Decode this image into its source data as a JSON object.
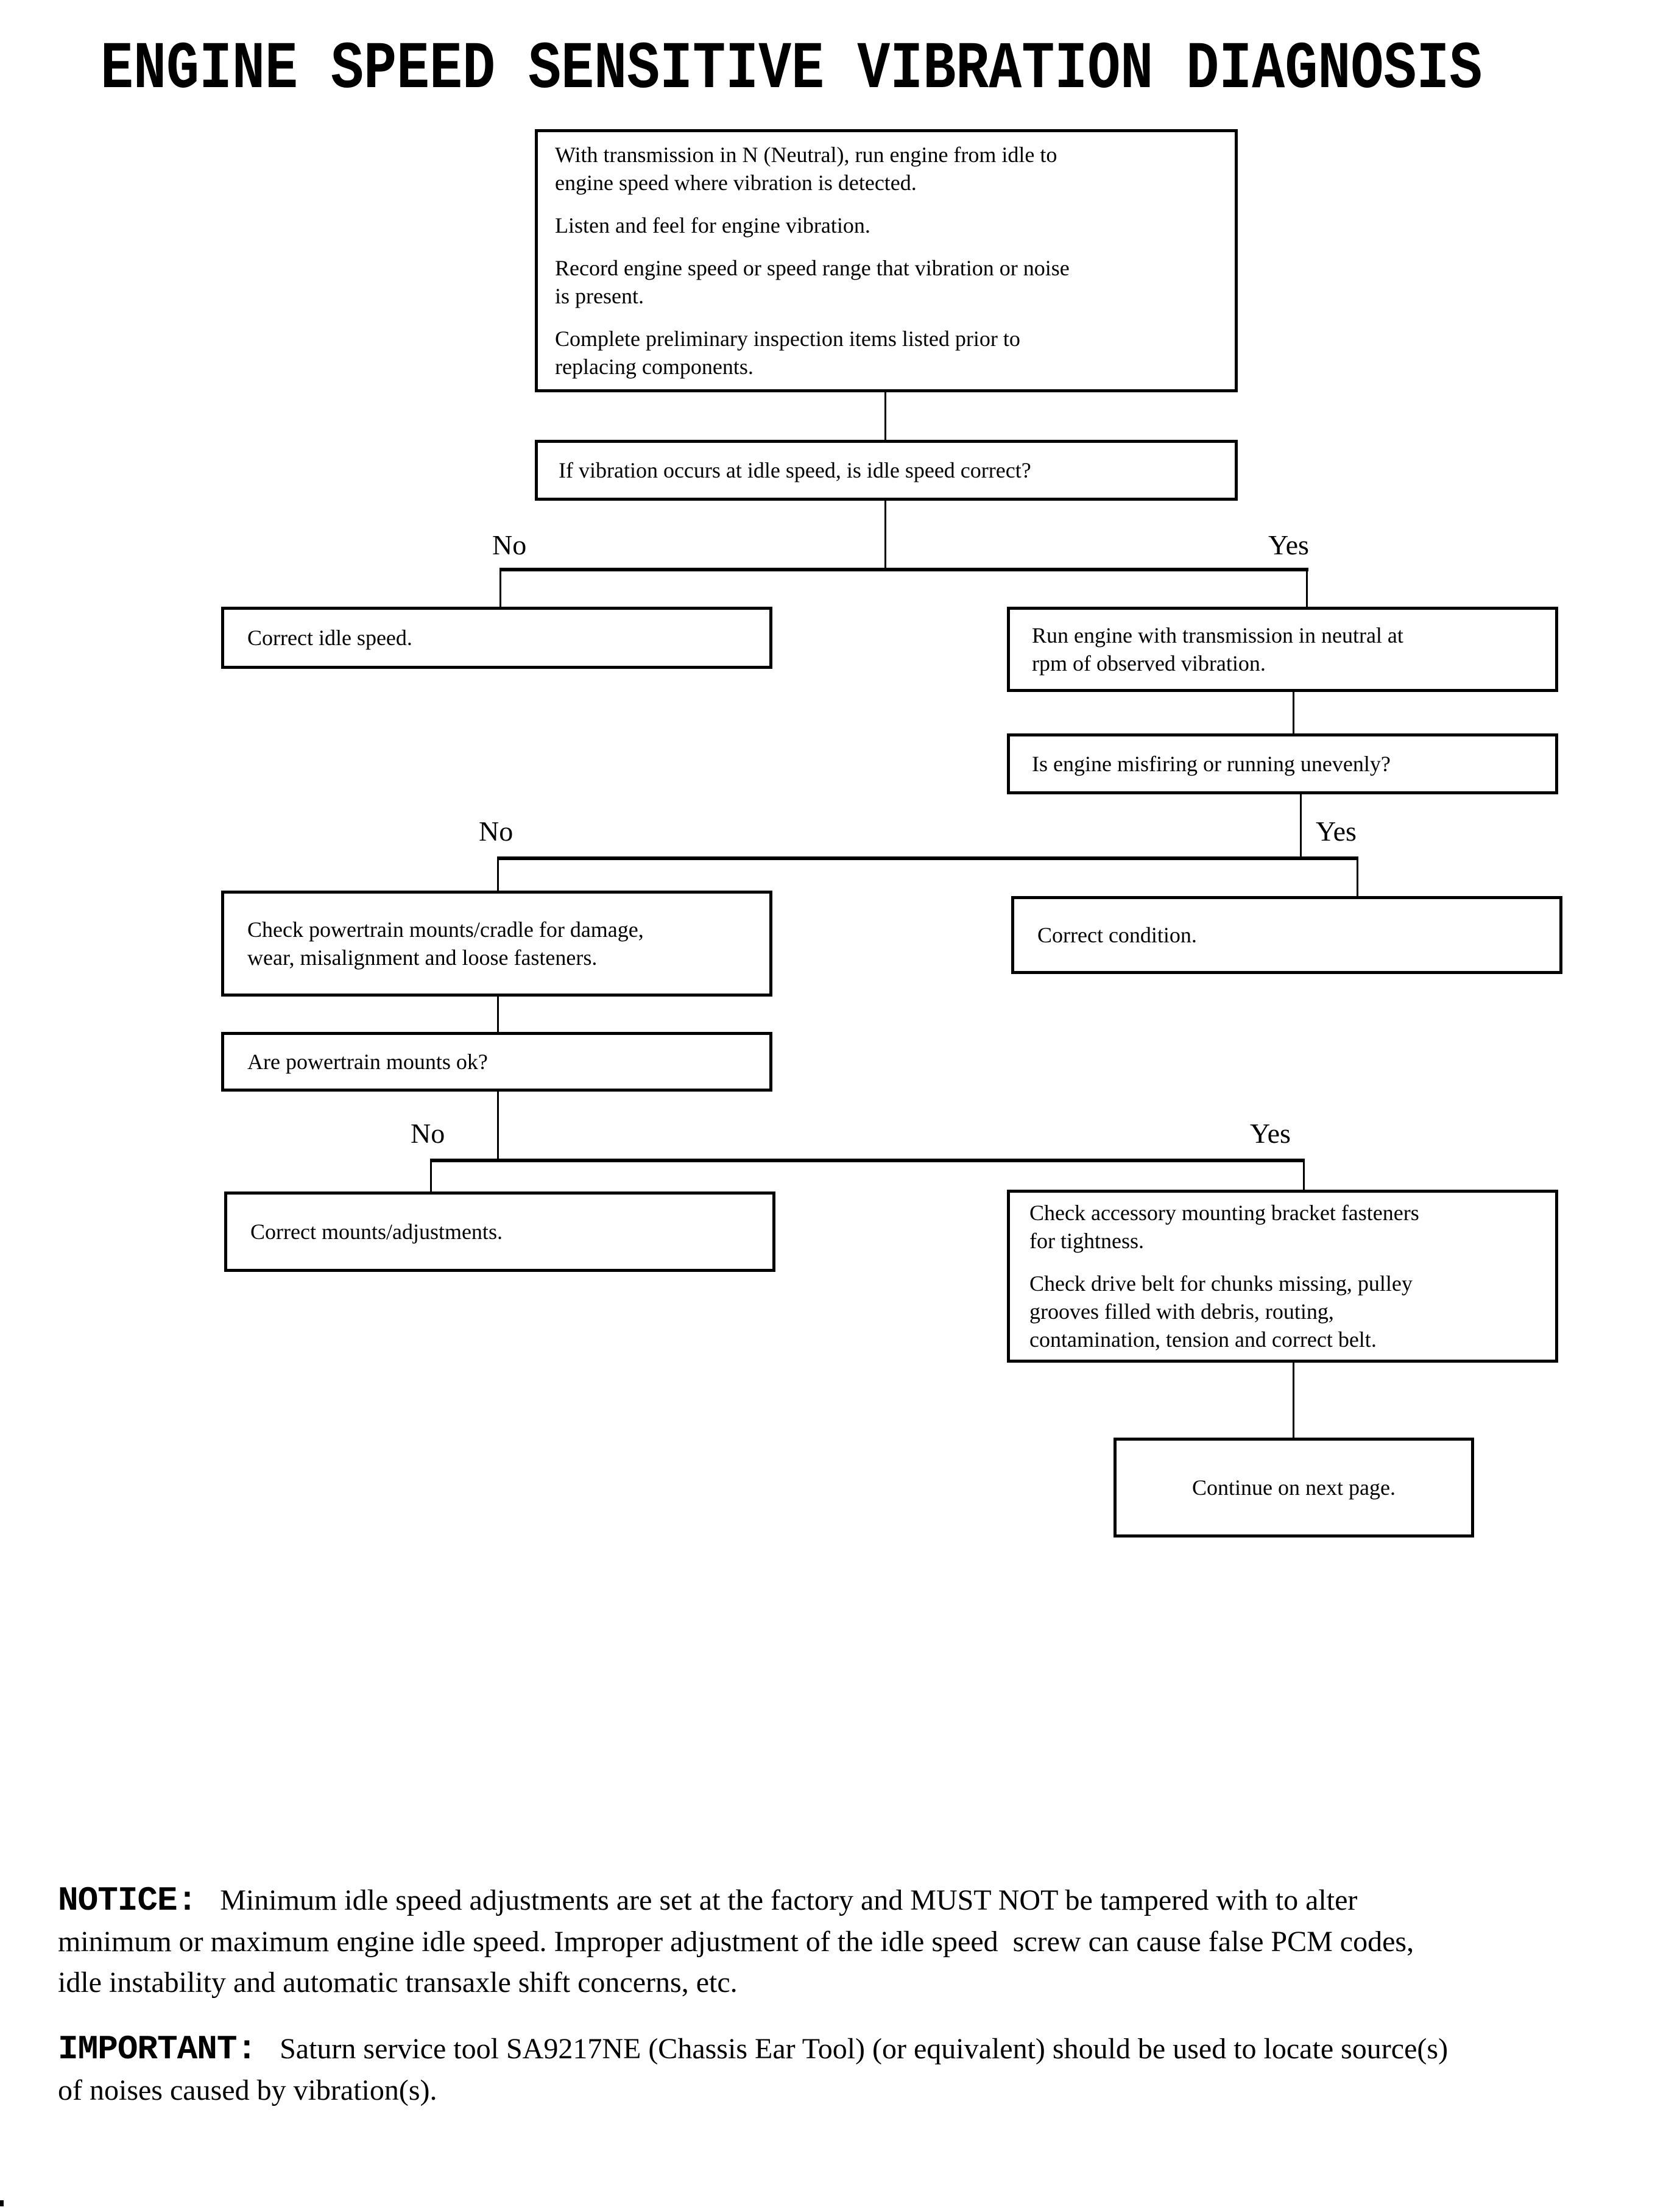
{
  "title": "ENGINE SPEED SENSITIVE VIBRATION DIAGNOSIS",
  "labels": {
    "no": "No",
    "yes": "Yes"
  },
  "flowchart": {
    "start": {
      "p": [
        [
          "With transmission in N (Neutral), run engine from idle to",
          "engine speed where vibration is detected."
        ],
        [
          "Listen and feel for engine vibration."
        ],
        [
          "Record engine speed or speed range that vibration or noise",
          "is present."
        ],
        [
          "Complete preliminary inspection items listed prior to",
          "replacing components."
        ]
      ]
    },
    "q_idle": {
      "text": "If vibration occurs at idle speed, is idle speed correct?"
    },
    "correct_idle": {
      "text": "Correct idle speed."
    },
    "run_engine": {
      "lines": [
        "Run engine with transmission in neutral at",
        "rpm of observed vibration."
      ]
    },
    "q_misfire": {
      "text": "Is engine misfiring or running unevenly?"
    },
    "check_mounts": {
      "lines": [
        "Check powertrain mounts/cradle for damage,",
        "wear, misalignment and loose fasteners."
      ]
    },
    "correct_condition": {
      "text": "Correct condition."
    },
    "q_mounts_ok": {
      "text": "Are powertrain mounts ok?"
    },
    "correct_mounts": {
      "text": "Correct mounts/adjustments."
    },
    "check_accessory": {
      "p": [
        [
          "Check accessory mounting bracket fasteners",
          "for tightness."
        ],
        [
          "Check drive belt for chunks missing, pulley",
          "grooves filled with debris, routing,",
          "contamination, tension and correct belt."
        ]
      ]
    },
    "continue_next": {
      "text": "Continue on next page."
    }
  },
  "notes": {
    "notice": {
      "label": "NOTICE:",
      "lines": [
        "Minimum idle speed adjustments are set at the factory and MUST NOT be tampered with to alter",
        "minimum or maximum engine idle speed. Improper adjustment of the idle speed  screw can cause false PCM codes,",
        "idle instability and automatic transaxle shift concerns, etc."
      ]
    },
    "important": {
      "label": "IMPORTANT:",
      "lines": [
        "Saturn service tool SA9217NE (Chassis Ear Tool) (or equivalent) should be used to locate source(s)",
        "of noises caused by vibration(s)."
      ]
    }
  },
  "colors": {
    "ink": "#000000",
    "paper": "#ffffff"
  }
}
